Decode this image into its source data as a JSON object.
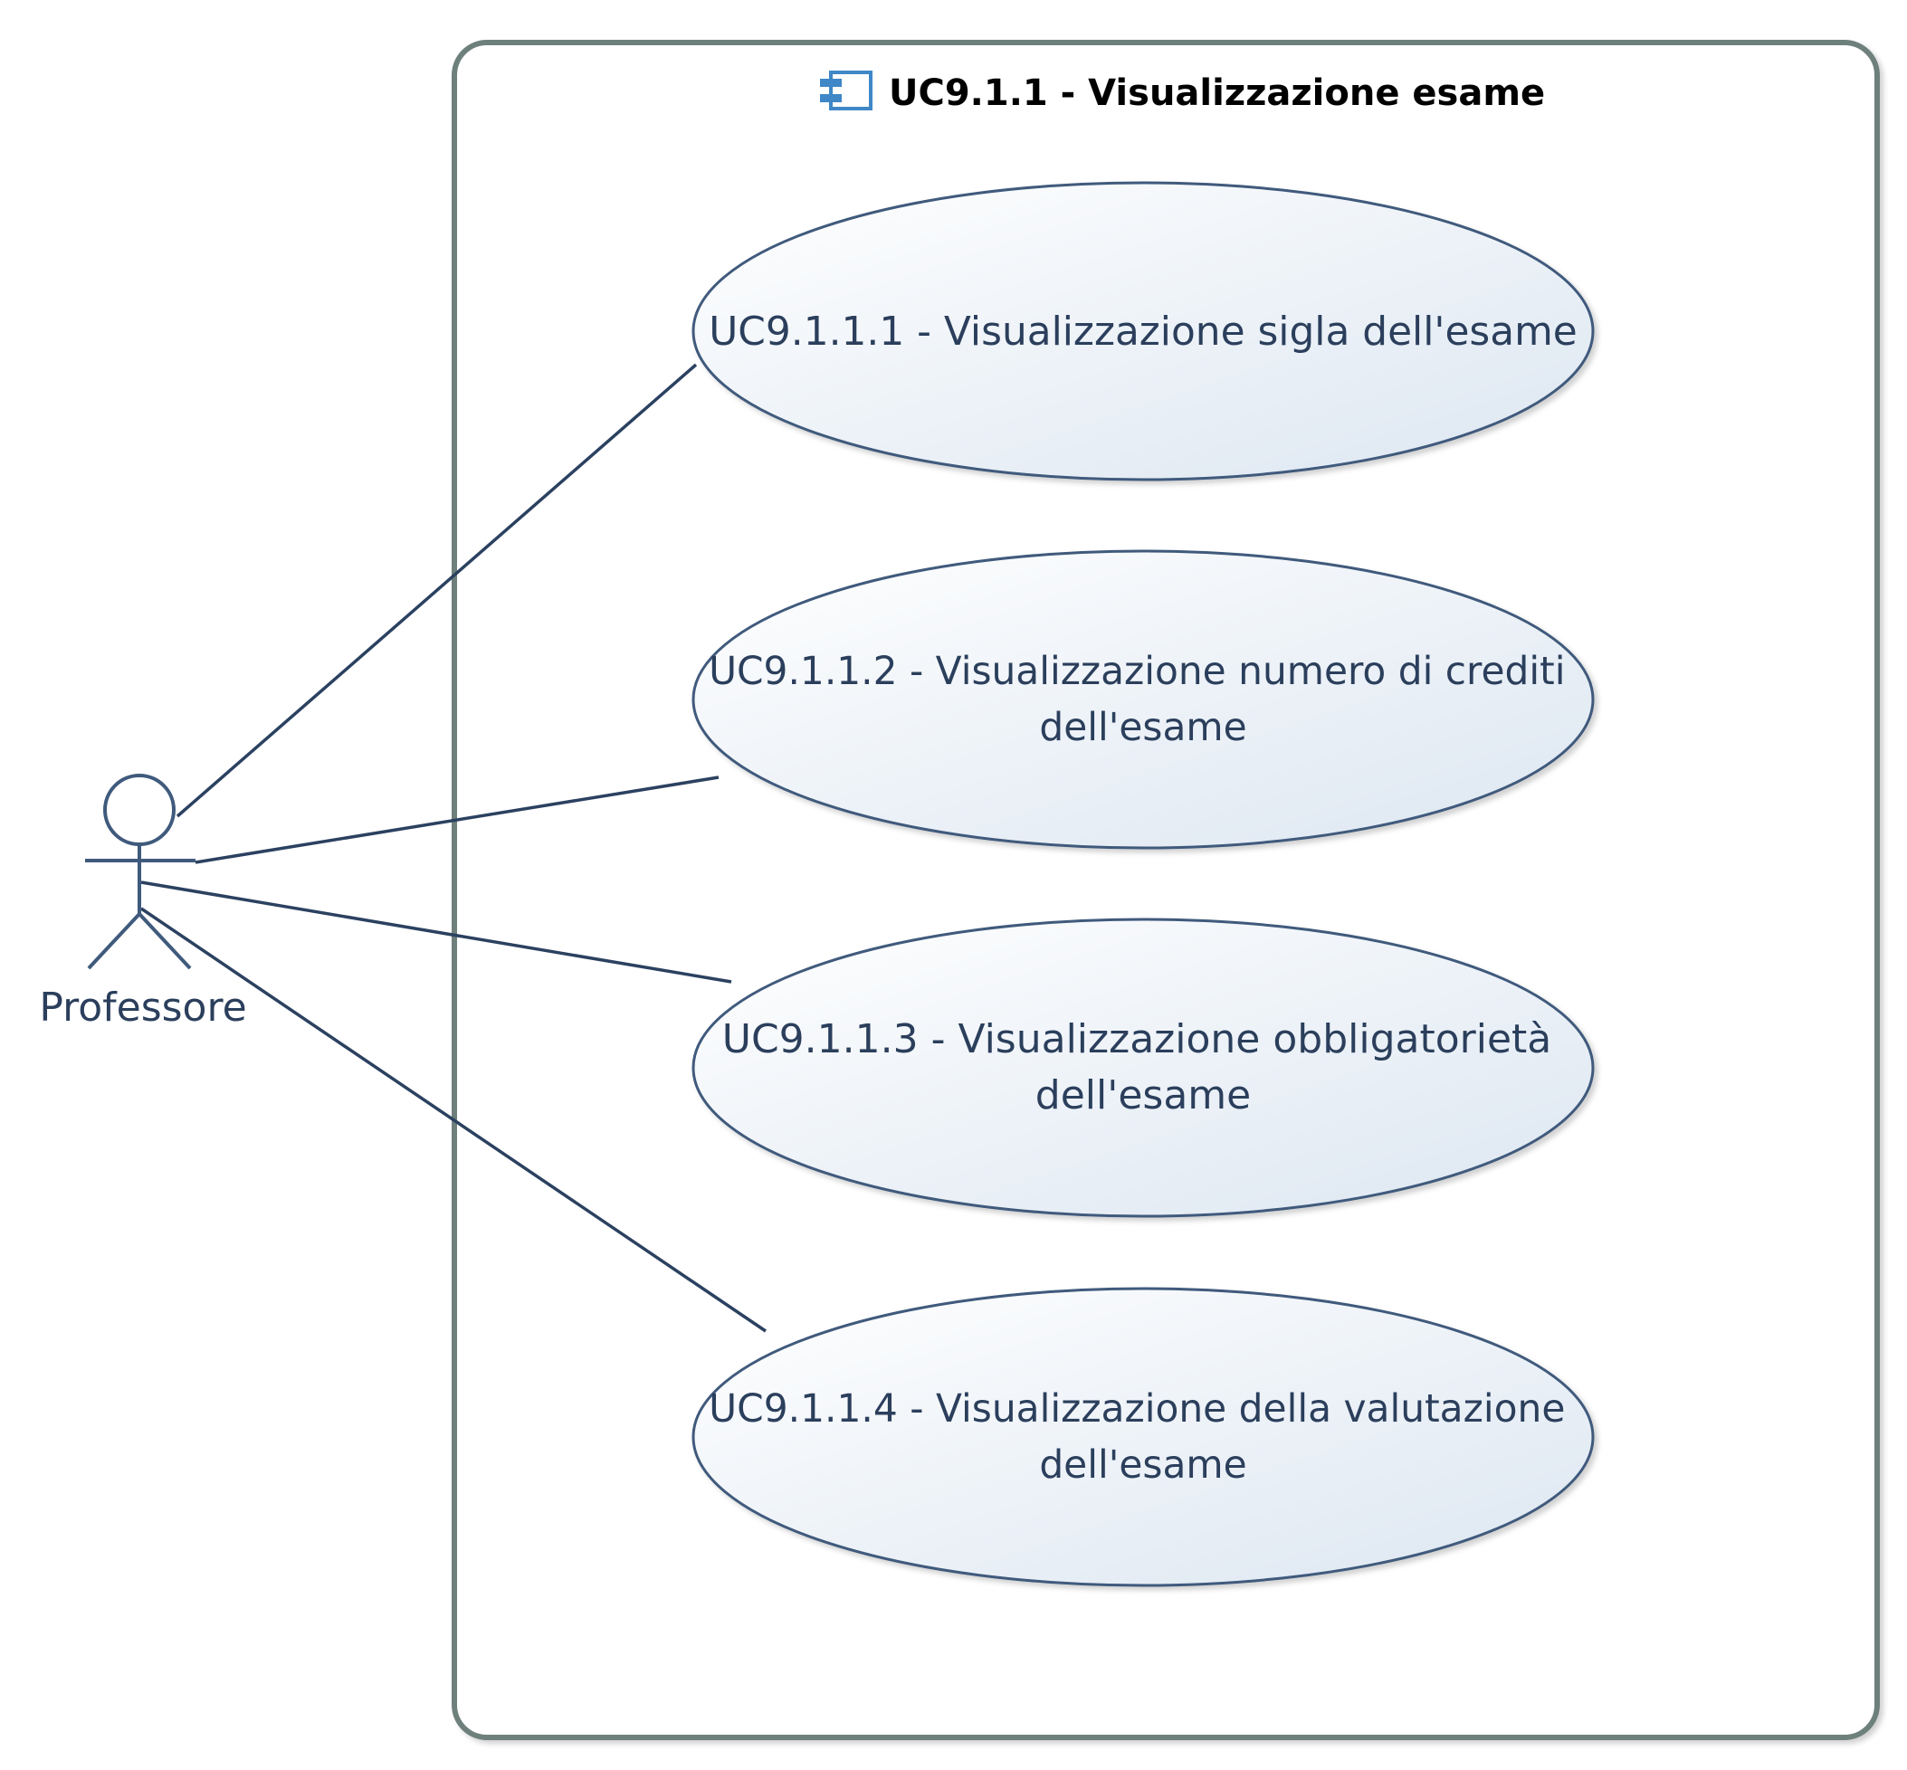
{
  "system": {
    "title": "UC9.1.1 - Visualizzazione esame",
    "icon": "component-icon"
  },
  "actor": {
    "name": "Professore"
  },
  "use_cases": [
    {
      "lines": [
        "UC9.1.1.1 - Visualizzazione sigla dell'esame"
      ]
    },
    {
      "lines": [
        "UC9.1.1.2 - Visualizzazione numero di crediti",
        "dell'esame"
      ]
    },
    {
      "lines": [
        "UC9.1.1.3 - Visualizzazione obbligatorietà",
        "dell'esame"
      ]
    },
    {
      "lines": [
        "UC9.1.1.4 - Visualizzazione della valutazione",
        "dell'esame"
      ]
    }
  ],
  "colors": {
    "boundary_stroke": "#6e807c",
    "ellipse_stroke": "#3f5a7c",
    "ellipse_fill_light": "#ffffff",
    "ellipse_fill_dark": "#dfe8f2",
    "line": "#2b4160",
    "text": "#2b3f5c",
    "icon_fill": "#3f87c7"
  }
}
